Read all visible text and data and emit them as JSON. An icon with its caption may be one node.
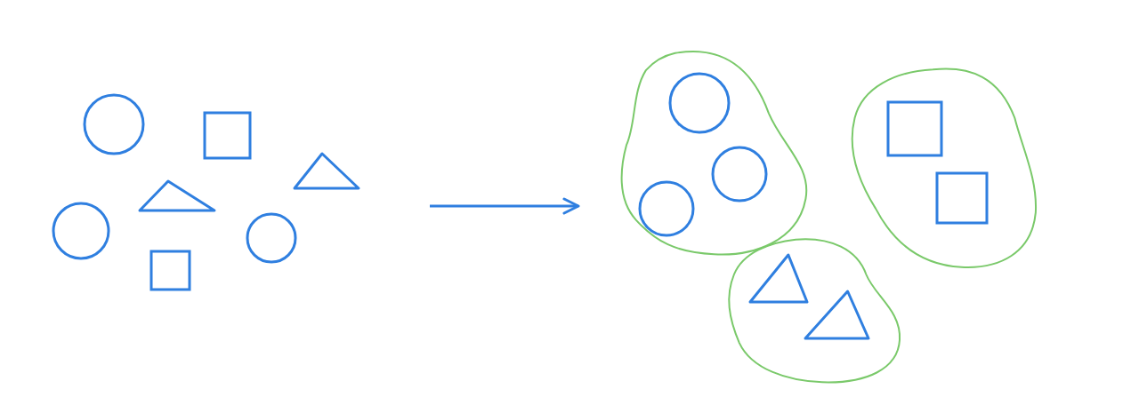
{
  "diagram": {
    "nodes": [
      {
        "text": [],
        "shape": "circle"
      },
      {
        "text": [],
        "shape": "box"
      },
      {
        "text": [],
        "shape": "triangle"
      },
      {
        "text": [],
        "shape": "triangle"
      },
      {
        "text": [],
        "shape": "circle"
      },
      {
        "text": [],
        "shape": "circle"
      },
      {
        "text": [],
        "shape": "box"
      },
      {
        "text": [],
        "shape": "cloud"
      },
      {
        "text": [],
        "shape": "circle",
        "in": 7
      },
      {
        "text": [],
        "shape": "circle",
        "in": 7
      },
      {
        "text": [],
        "shape": "circle",
        "in": 7
      },
      {
        "text": [],
        "shape": "cloud"
      },
      {
        "text": [],
        "shape": "box",
        "in": 11
      },
      {
        "text": [],
        "shape": "box",
        "in": 11
      },
      {
        "text": [],
        "shape": "cloud"
      },
      {
        "text": [],
        "shape": "triangle",
        "in": 14
      },
      {
        "text": [],
        "shape": "triangle",
        "in": 14
      }
    ]
  }
}
